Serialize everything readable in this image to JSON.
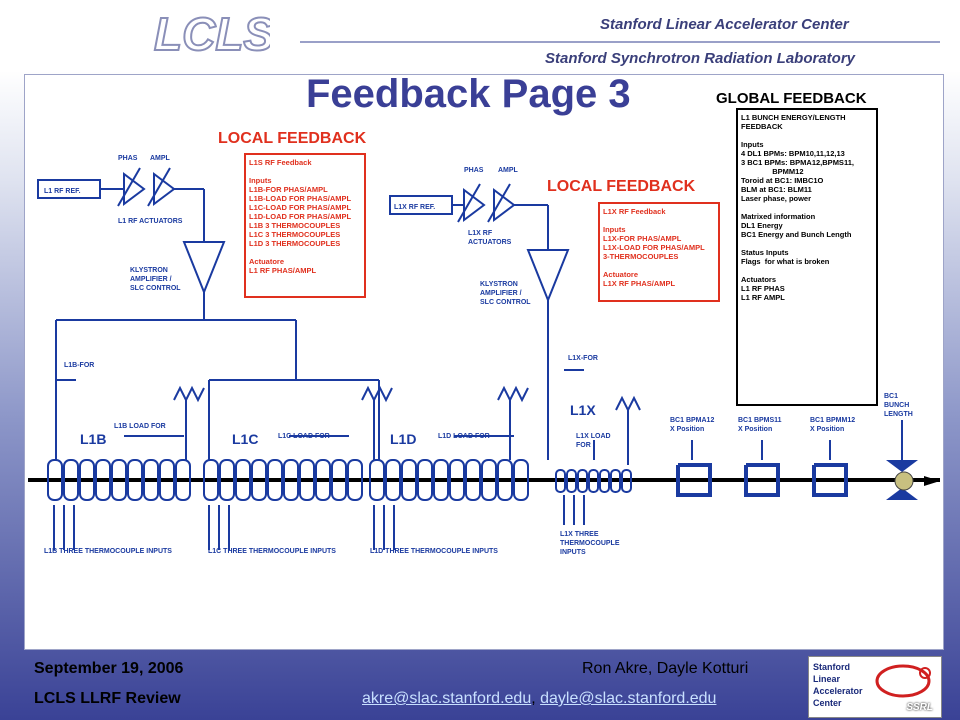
{
  "header": {
    "logo_text": "LCLS",
    "institution_1": "Stanford Linear Accelerator Center",
    "institution_2": "Stanford Synchrotron Radiation Laboratory"
  },
  "slide": {
    "title": "Feedback Page 3",
    "global_feedback_label": "GLOBAL FEEDBACK",
    "local_feedback_label_1": "LOCAL FEEDBACK",
    "local_feedback_label_2": "LOCAL FEEDBACK"
  },
  "global_box": {
    "lines": [
      "L1 BUNCH ENERGY/LENGTH",
      "FEEDBACK",
      "",
      "Inputs",
      "4 DL1 BPMs: BPM10,11,12,13",
      "3 BC1 BPMs: BPMA12,BPMS11,",
      "               BPMM12",
      "Toroid at BC1: IMBC1O",
      "BLM at BC1: BLM11",
      "Laser phase, power",
      "",
      "Matrixed information",
      "DL1 Energy",
      "BC1 Energy and Bunch Length",
      "",
      "Status Inputs",
      "Flags  for what is broken",
      "",
      "Actuators",
      "L1 RF PHAS",
      "L1 RF AMPL"
    ]
  },
  "l1s_box": {
    "lines": [
      "L1S RF Feedback",
      "",
      "Inputs",
      "L1B-FOR PHAS/AMPL",
      "L1B-LOAD FOR PHAS/AMPL",
      "L1C-LOAD FOR PHAS/AMPL",
      "L1D-LOAD FOR PHAS/AMPL",
      "L1B 3 THERMOCOUPLES",
      "L1C 3 THERMOCOUPLES",
      "L1D 3 THERMOCOUPLES",
      "",
      "Actuatore",
      "L1 RF PHAS/AMPL"
    ]
  },
  "l1x_box": {
    "lines": [
      "L1X RF Feedback",
      "",
      "Inputs",
      "L1X-FOR PHAS/AMPL",
      "L1X-LOAD FOR PHAS/AMPL",
      "3-THERMOCOUPLES",
      "",
      "Actuatore",
      "L1X RF PHAS/AMPL"
    ]
  },
  "diagram_labels": {
    "phas_1": "PHAS",
    "ampl_1": "AMPL",
    "phas_2": "PHAS",
    "ampl_2": "AMPL",
    "l1_rf_ref": "L1 RF REF.",
    "l1x_rf_ref": "L1X RF REF.",
    "l1_rf_actuators": "L1 RF ACTUATORS",
    "l1x_rf_actuators_1": "L1X RF",
    "l1x_rf_actuators_2": "ACTUATORS",
    "klystron_1a": "KLYSTRON",
    "klystron_1b": "AMPLIFIER /",
    "klystron_1c": "SLC CONTROL",
    "klystron_2a": "KLYSTRON",
    "klystron_2b": "AMPLIFIER /",
    "klystron_2c": "SLC CONTROL",
    "l1b_for": "L1B-FOR",
    "l1x_for": "L1X-FOR",
    "l1b_load": "L1B LOAD FOR",
    "l1c_load": "L1C LOAD FOR",
    "l1d_load": "L1D LOAD FOR",
    "l1x_load_1": "L1X LOAD",
    "l1x_load_2": "FOR",
    "l1b": "L1B",
    "l1c": "L1C",
    "l1d": "L1D",
    "l1x": "L1X",
    "l1b_thermo": "L1B THREE THERMOCOUPLE INPUTS",
    "l1c_thermo": "L1C THREE THERMOCOUPLE INPUTS",
    "l1d_thermo": "L1D THREE THERMOCOUPLE INPUTS",
    "l1x_thermo_1": "L1X THREE",
    "l1x_thermo_2": "THERMOCOUPLE",
    "l1x_thermo_3": "INPUTS",
    "bc1_bpma12_1": "BC1 BPMA12",
    "bc1_bpma12_2": "X Position",
    "bc1_bpms11_1": "BC1 BPMS11",
    "bc1_bpms11_2": "X Position",
    "bc1_bpmm12_1": "BC1 BPMM12",
    "bc1_bpmm12_2": "X Position",
    "bc1_bunch_1": "BC1",
    "bc1_bunch_2": "BUNCH",
    "bc1_bunch_3": "LENGTH"
  },
  "footer": {
    "date": "September 19, 2006",
    "event": "LCLS LLRF Review",
    "authors": "Ron Akre, Dayle Kotturi",
    "email_1": "akre@slac.stanford.edu",
    "separator": ", ",
    "email_2": "dayle@slac.stanford.edu",
    "slac_logo_text": "Stanford\nLinear\nAccelerator\nCenter",
    "ssrl_text": "SSRL"
  },
  "colors": {
    "title": "#3a3f96",
    "local_feedback": "#e0301e",
    "diagram_blue": "#1a3aa0",
    "beam_line": "#000000"
  }
}
